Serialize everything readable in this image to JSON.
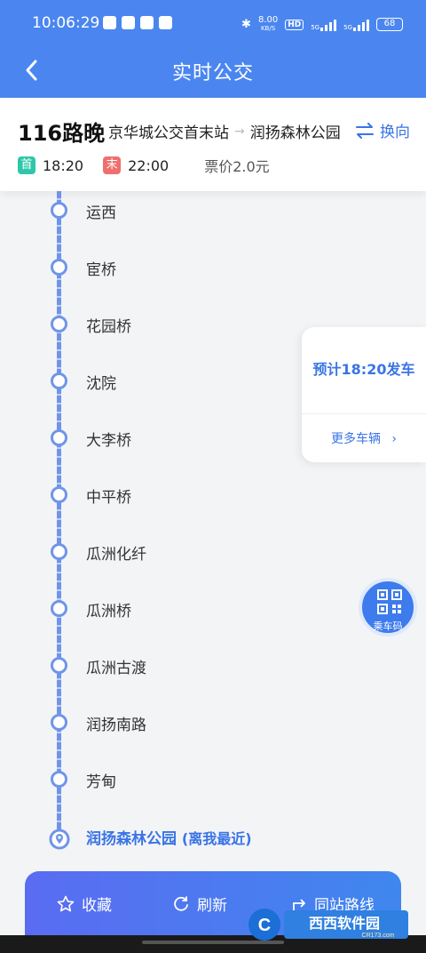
{
  "status_bar": {
    "time": "10:06:29",
    "net_speed": "8.00",
    "net_unit": "KB/S",
    "hd": "HD",
    "signal1": "5G",
    "signal2": "5G",
    "battery": "68"
  },
  "header": {
    "title": "实时公交"
  },
  "route": {
    "name": "116路晚",
    "from": "京华城公交首末站",
    "to": "润扬森林公园",
    "swap_label": "换向",
    "first_badge": "首",
    "first_time": "18:20",
    "last_badge": "末",
    "last_time": "22:00",
    "fare": "票价2.0元"
  },
  "stops": [
    "运西",
    "宦桥",
    "花园桥",
    "沈院",
    "大李桥",
    "中平桥",
    "瓜洲化纤",
    "瓜洲桥",
    "瓜洲古渡",
    "润扬南路",
    "芳甸"
  ],
  "destination": {
    "name": "润扬森林公园",
    "note": "(离我最近)"
  },
  "depart_card": {
    "plan": "预计18:20发车",
    "more": "更多车辆"
  },
  "qr_button": {
    "label": "乘车码"
  },
  "bottom_bar": {
    "favorite": "收藏",
    "refresh": "刷新",
    "same_stop": "同站路线"
  },
  "watermark": {
    "brand": "西西软件园",
    "site": "CR173.com"
  },
  "colors": {
    "primary": "#4b86f0",
    "accent": "#3a74e6",
    "line": "#6f95e8",
    "first": "#2fc7a9",
    "last": "#f06e6e"
  }
}
